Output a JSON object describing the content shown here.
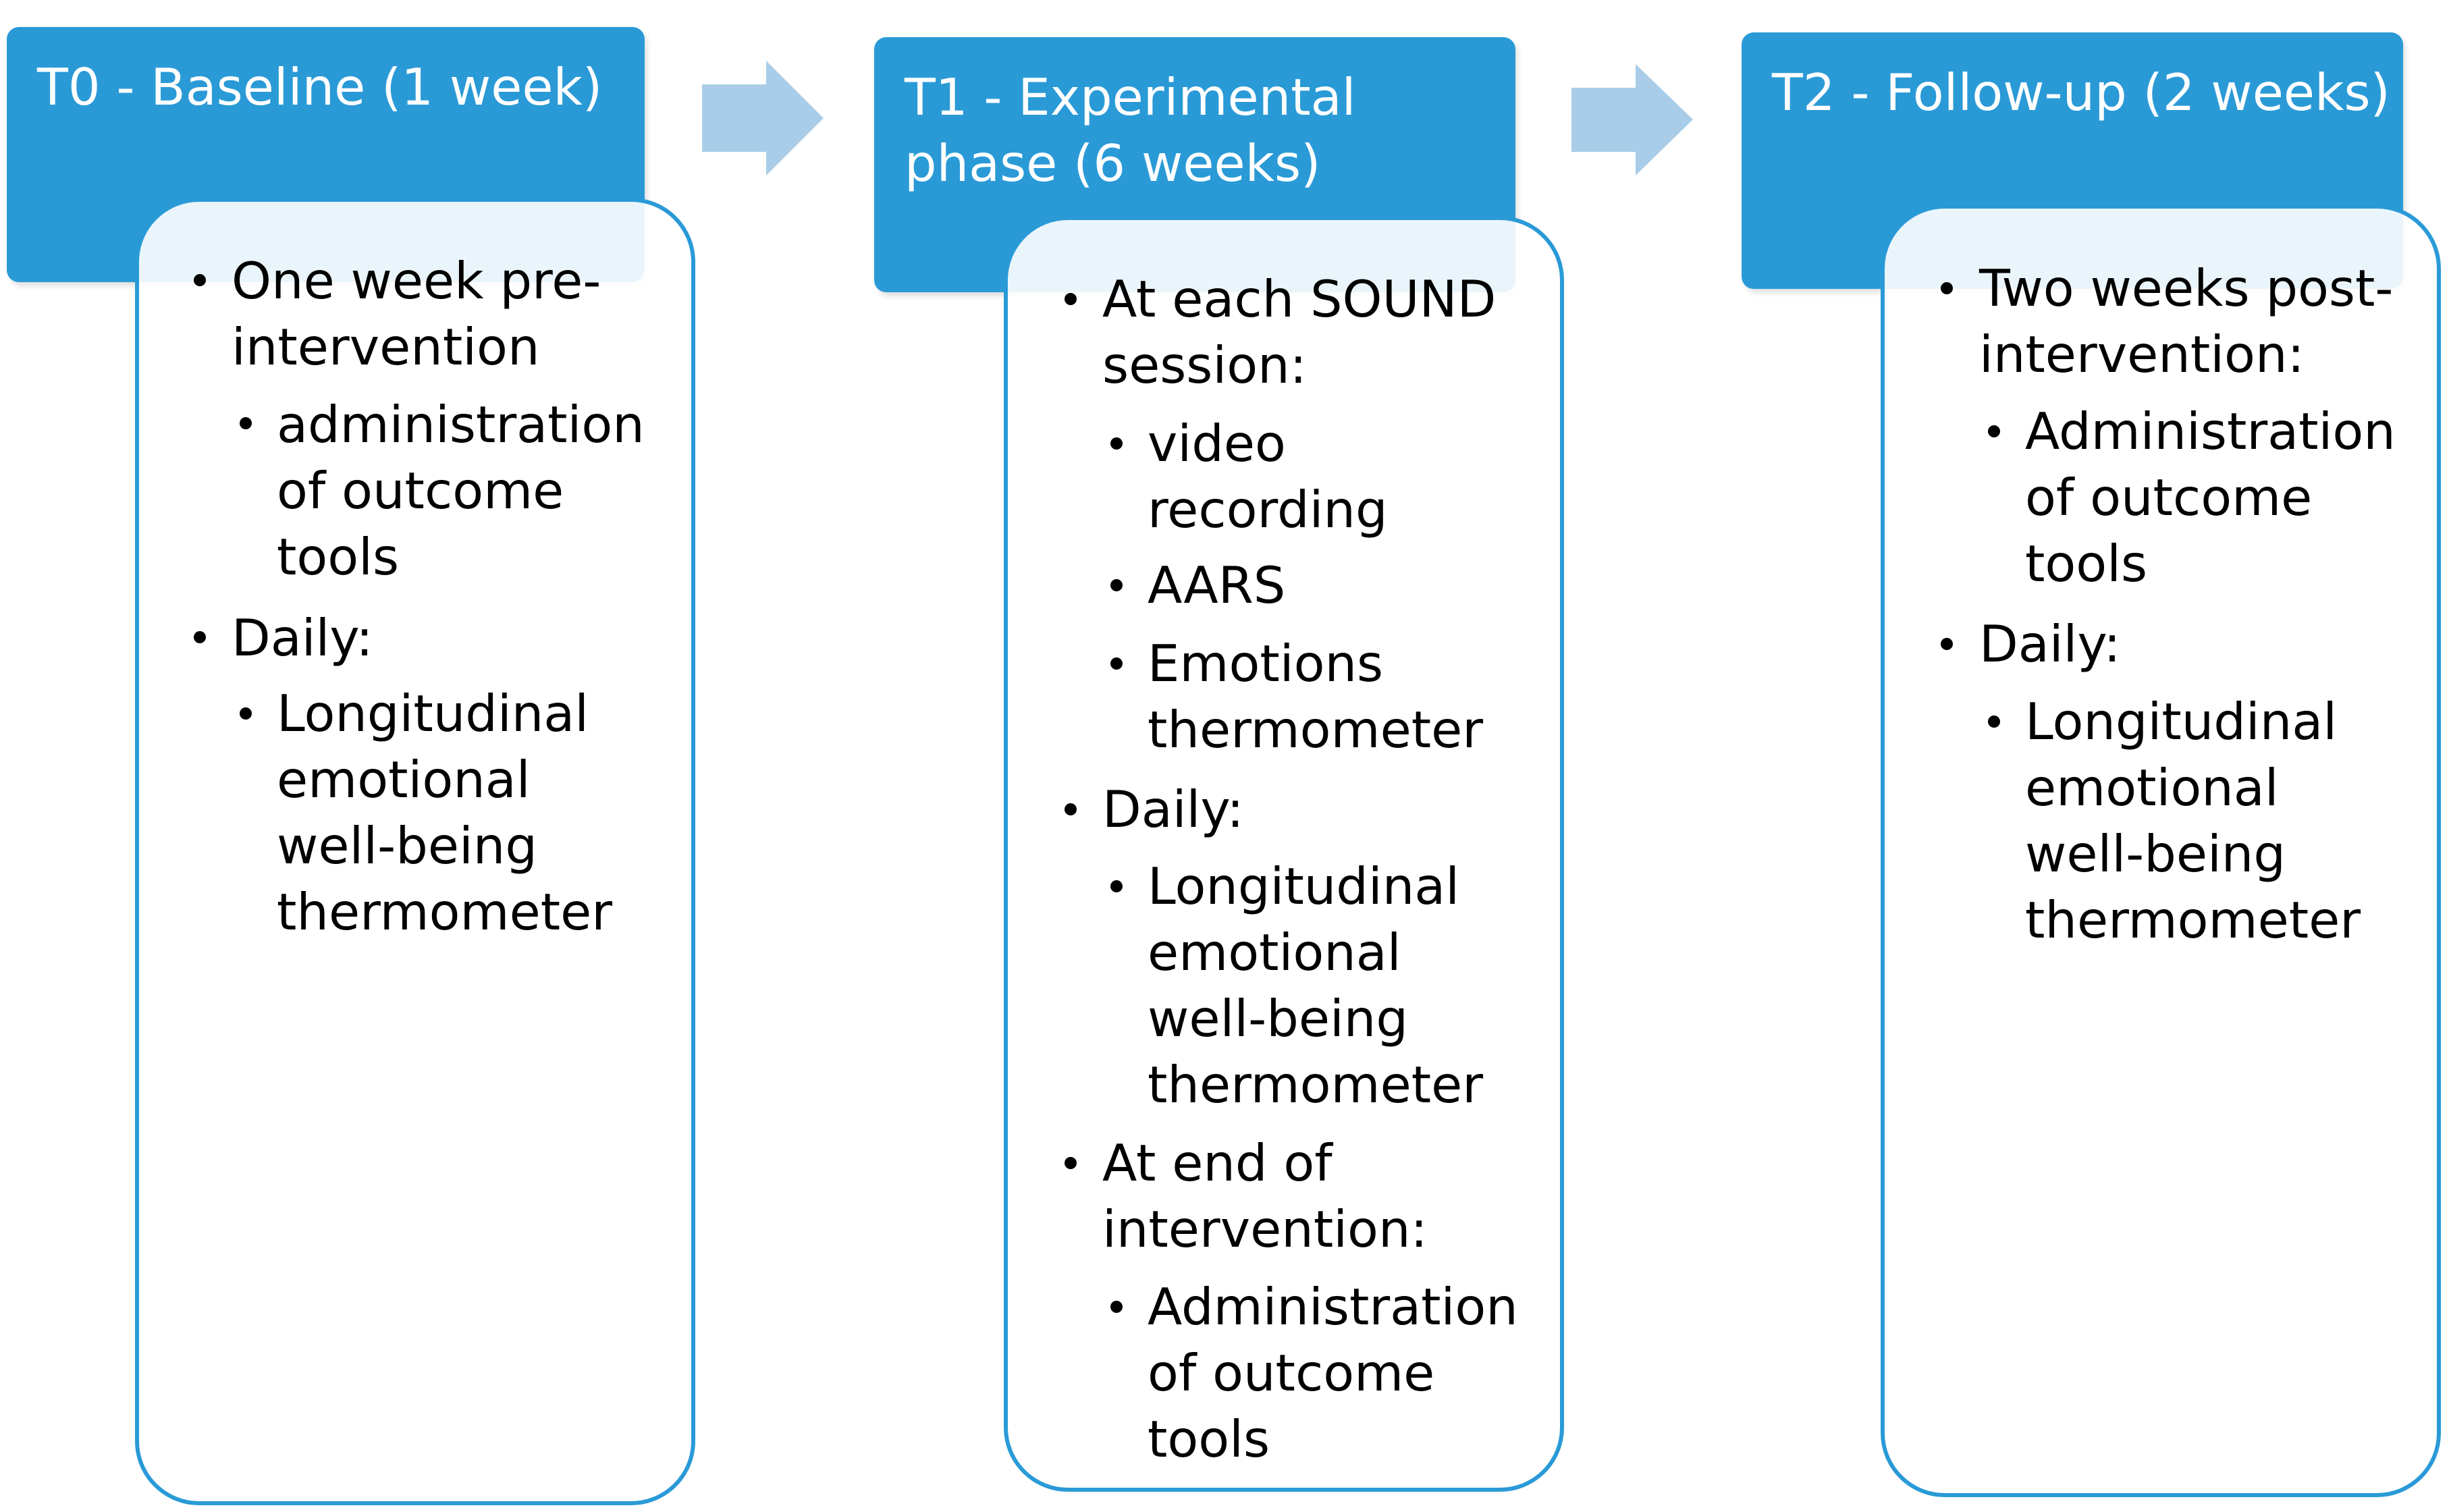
{
  "colors": {
    "header_blue": "#2a9ad7",
    "arrow_blue": "#a9cde8",
    "text": "#000000"
  },
  "arrows": [
    "right-arrow-icon",
    "right-arrow-icon"
  ],
  "phases": [
    {
      "title": "T0 - Baseline (1 week)",
      "items": [
        {
          "text": "One week pre-\nintervention"
        },
        {
          "text": "administration\nof outcome\ntools"
        },
        {
          "text": "Daily:"
        },
        {
          "text": "Longitudinal\nemotional\nwell-being\nthermometer"
        }
      ]
    },
    {
      "title": "T1 - Experimental\nphase (6 weeks)",
      "items": [
        {
          "text": "At each SOUND\nsession:"
        },
        {
          "text": "video\nrecording"
        },
        {
          "text": "AARS"
        },
        {
          "text": "Emotions\nthermometer"
        },
        {
          "text": "Daily:"
        },
        {
          "text": "Longitudinal\nemotional\nwell-being\nthermometer"
        },
        {
          "text": "At end of\nintervention:"
        },
        {
          "text": "Administration\nof outcome\ntools"
        }
      ]
    },
    {
      "title": "T2 - Follow-up (2 weeks)",
      "items": [
        {
          "text": "Two weeks post-\nintervention:"
        },
        {
          "text": "Administration\nof outcome\ntools"
        },
        {
          "text": "Daily:"
        },
        {
          "text": "Longitudinal\nemotional\nwell-being\nthermometer"
        }
      ]
    }
  ]
}
